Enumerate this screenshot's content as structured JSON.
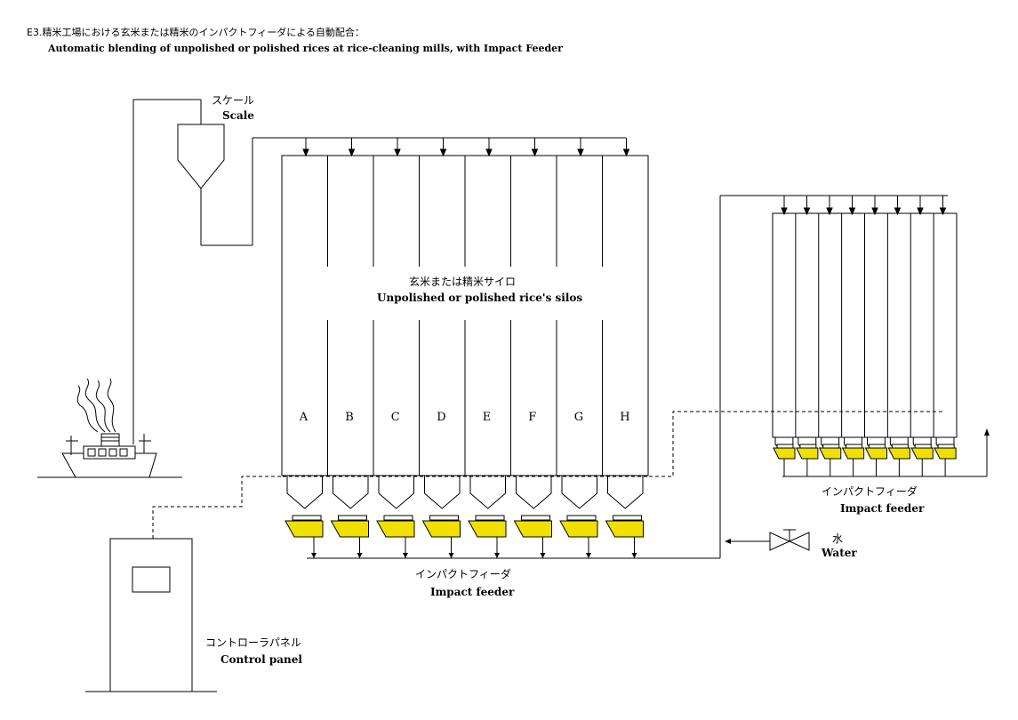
{
  "title": {
    "jp": "E3.精米工場における玄米または精米のインパクトフィーダによる自動配合：",
    "en": "Automatic blending of unpolished or polished rices at rice-cleaning mills, with Impact Feeder"
  },
  "scale": {
    "jp": "スケール",
    "en": "Scale"
  },
  "silos": {
    "jp": "玄米または精米サイロ",
    "en": "Unpolished or polished rice's silos",
    "letters": [
      "A",
      "B",
      "C",
      "D",
      "E",
      "F",
      "G",
      "H"
    ]
  },
  "impact_feeder_main": {
    "jp": "インパクトフィーダ",
    "en": "Impact feeder"
  },
  "impact_feeder_right": {
    "jp": "インパクトフィーダ",
    "en": "Impact feeder"
  },
  "water": {
    "jp": "水",
    "en": "Water"
  },
  "control_panel": {
    "jp": "コントローラパネル",
    "en": "Control panel"
  },
  "colors": {
    "feeder": "#f0e000",
    "line": "#000000"
  }
}
